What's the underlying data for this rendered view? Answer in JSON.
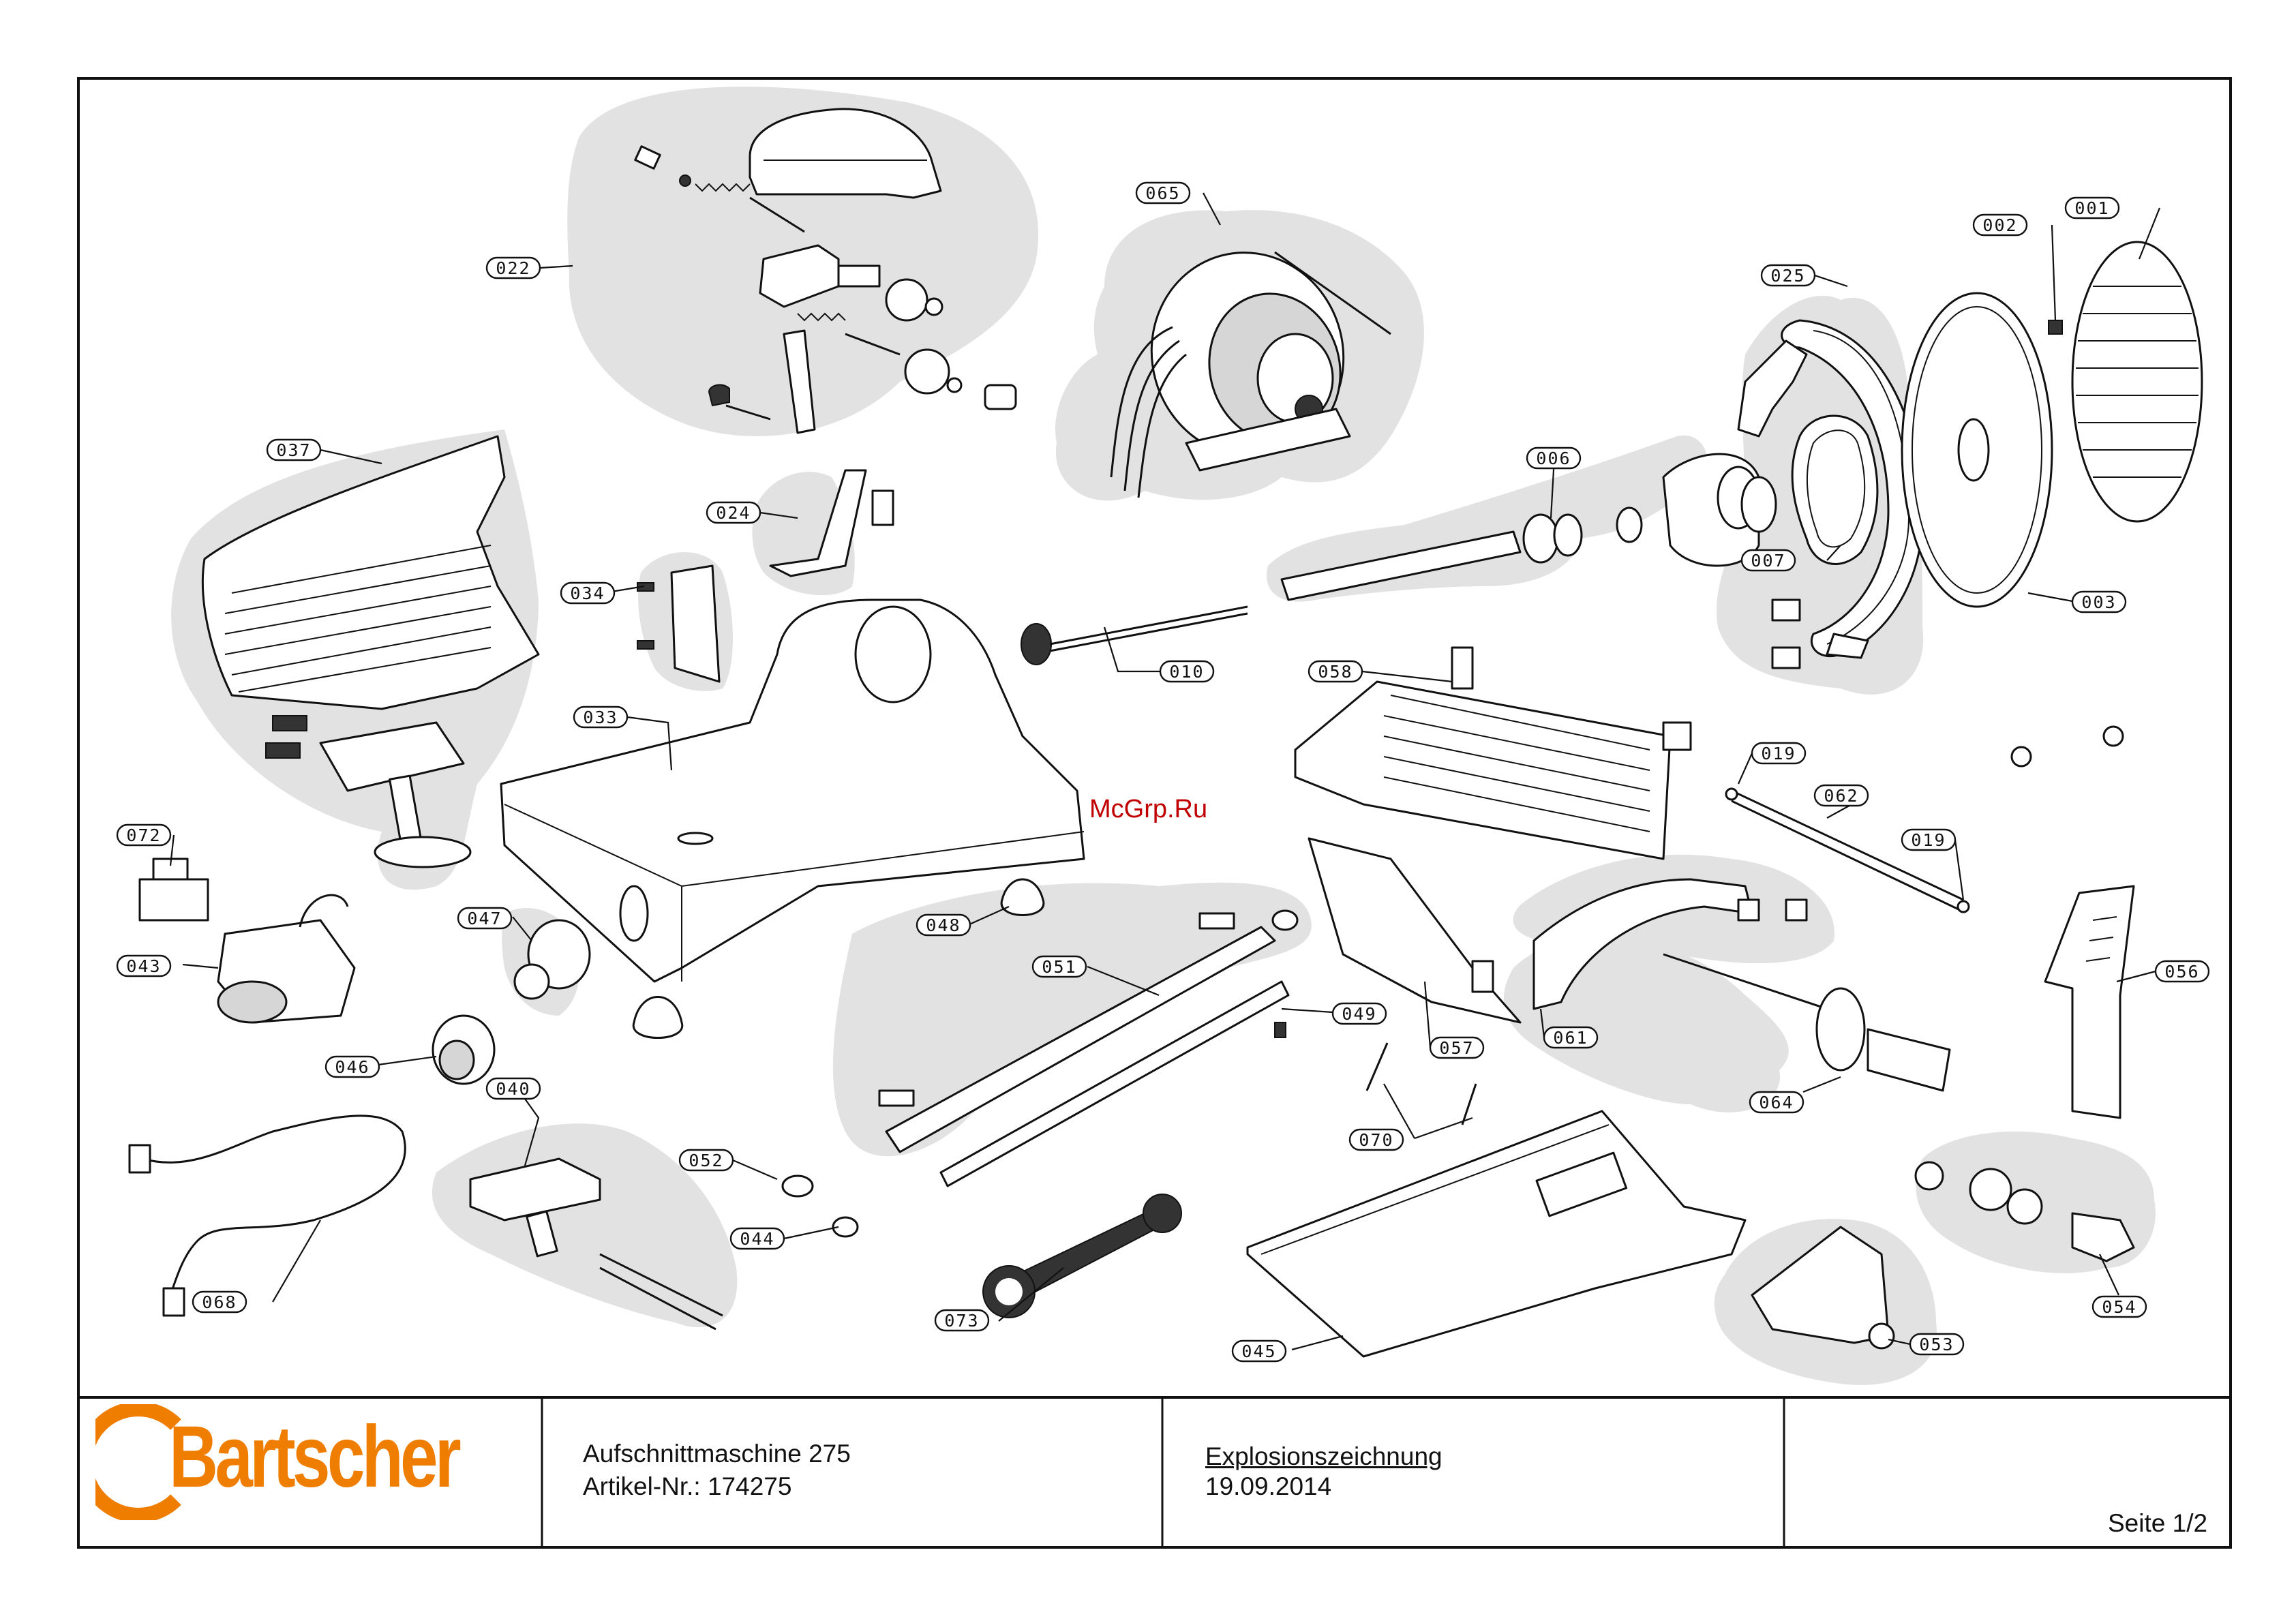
{
  "drawing": {
    "callouts": [
      {
        "id": "001",
        "label": "001"
      },
      {
        "id": "002",
        "label": "002"
      },
      {
        "id": "003",
        "label": "003"
      },
      {
        "id": "006",
        "label": "006"
      },
      {
        "id": "007",
        "label": "007"
      },
      {
        "id": "010",
        "label": "010"
      },
      {
        "id": "019a",
        "label": "019"
      },
      {
        "id": "019b",
        "label": "019"
      },
      {
        "id": "022",
        "label": "022"
      },
      {
        "id": "024",
        "label": "024"
      },
      {
        "id": "025",
        "label": "025"
      },
      {
        "id": "033",
        "label": "033"
      },
      {
        "id": "034",
        "label": "034"
      },
      {
        "id": "037",
        "label": "037"
      },
      {
        "id": "040",
        "label": "040"
      },
      {
        "id": "043",
        "label": "043"
      },
      {
        "id": "044",
        "label": "044"
      },
      {
        "id": "045",
        "label": "045"
      },
      {
        "id": "046",
        "label": "046"
      },
      {
        "id": "047",
        "label": "047"
      },
      {
        "id": "048",
        "label": "048"
      },
      {
        "id": "049",
        "label": "049"
      },
      {
        "id": "051",
        "label": "051"
      },
      {
        "id": "052",
        "label": "052"
      },
      {
        "id": "053",
        "label": "053"
      },
      {
        "id": "054",
        "label": "054"
      },
      {
        "id": "056",
        "label": "056"
      },
      {
        "id": "057",
        "label": "057"
      },
      {
        "id": "058",
        "label": "058"
      },
      {
        "id": "061",
        "label": "061"
      },
      {
        "id": "062",
        "label": "062"
      },
      {
        "id": "064",
        "label": "064"
      },
      {
        "id": "065",
        "label": "065"
      },
      {
        "id": "068",
        "label": "068"
      },
      {
        "id": "070",
        "label": "070"
      },
      {
        "id": "072",
        "label": "072"
      },
      {
        "id": "073",
        "label": "073"
      }
    ],
    "watermark": "McGrp.Ru"
  },
  "title_block": {
    "logo_text": "Bartscher",
    "product_name": "Aufschnittmaschine 275",
    "article_number": "Artikel-Nr.: 174275",
    "drawing_type": "Explosionszeichnung",
    "date": "19.09.2014",
    "page": "Seite 1/2"
  },
  "colors": {
    "line": "#111111",
    "cloud_fill": "#e2e2e2",
    "part_fill": "#ffffff",
    "logo_orange": "#ef7d00",
    "watermark": "#c00000"
  }
}
